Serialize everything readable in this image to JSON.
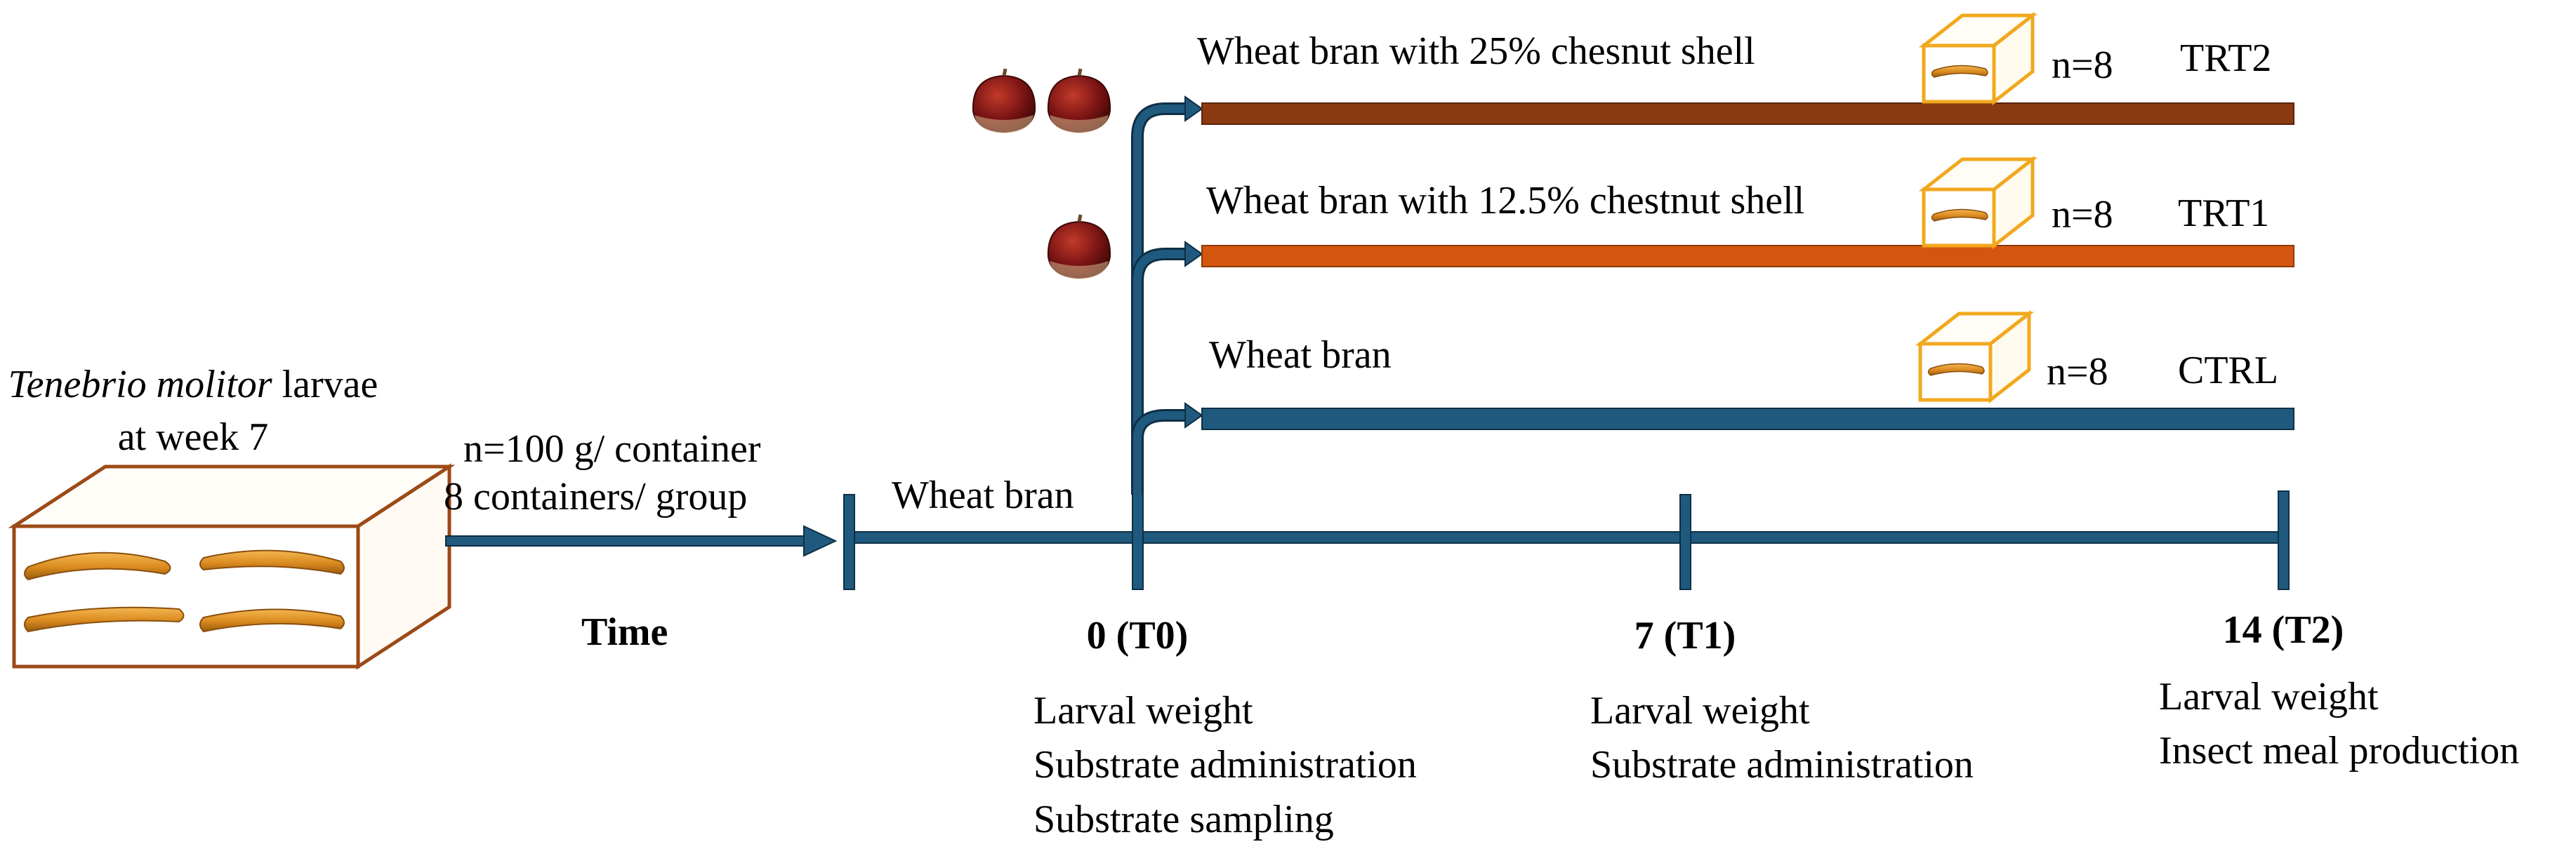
{
  "larvae": {
    "title_species": "Tenebrio molitor",
    "title_rest": " larvae",
    "title_line2": "at week 7"
  },
  "arrow_label": {
    "line1": "n=100 g/ container",
    "line2": "8 containers/ group"
  },
  "time_label": "Time",
  "pre_label": "Wheat bran",
  "treatments": [
    {
      "name": "TRT2",
      "label": "Wheat bran with 25% chesnut shell",
      "n": "n=8",
      "chestnut_count": 2,
      "color": "#8B3A12"
    },
    {
      "name": "TRT1",
      "label": "Wheat bran with 12.5% chestnut shell",
      "n": "n=8",
      "chestnut_count": 1,
      "color": "#D4560E"
    },
    {
      "name": "CTRL",
      "label": "Wheat bran",
      "n": "n=8",
      "chestnut_count": 0,
      "color": "#1F5A7E"
    }
  ],
  "timepoints": [
    {
      "label": "0 (T0)",
      "notes": [
        "Larval weight",
        "Substrate administration",
        "Substrate sampling"
      ]
    },
    {
      "label": "7 (T1)",
      "notes": [
        "Larval weight",
        "Substrate administration"
      ]
    },
    {
      "label": "14 (T2)",
      "notes": [
        "Larval weight",
        "Insect meal production"
      ]
    }
  ],
  "colors": {
    "timeline": "#1F5A7E",
    "timeline_edge": "#0E2F45",
    "box": "#9C4A17",
    "mini_box": "#F2A81E",
    "larva": "#D98A1E",
    "chestnut": "#7A1414"
  }
}
